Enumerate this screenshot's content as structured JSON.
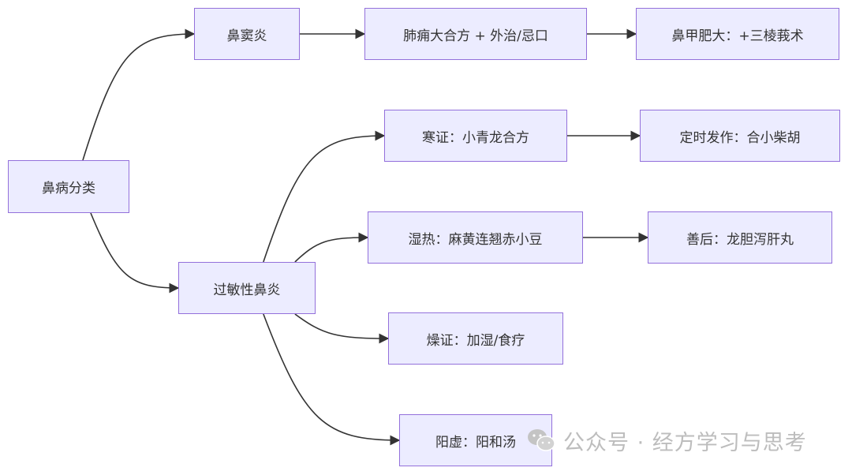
{
  "colors": {
    "node_fill": "#ececff",
    "node_border": "#9370db",
    "edge": "#333333",
    "text": "#333333",
    "watermark": "#bdbdbd"
  },
  "nodes": {
    "root": "鼻病分类",
    "sinusitis": "鼻窦炎",
    "sinusitis_treatment": "肺痈大合方 + 外治/忌口",
    "turbinate": "鼻甲肥大：+三棱莪术",
    "allergic": "过敏性鼻炎",
    "cold": "寒证：小青龙合方",
    "periodic": "定时发作：合小柴胡",
    "damp_heat": "湿热：麻黄连翘赤小豆",
    "aftercare": "善后：龙胆泻肝丸",
    "dry": "燥证：加湿/食疗",
    "yang_def": "阳虚：阳和汤"
  },
  "edges": [
    [
      "root",
      "sinusitis"
    ],
    [
      "root",
      "allergic"
    ],
    [
      "sinusitis",
      "sinusitis_treatment"
    ],
    [
      "sinusitis_treatment",
      "turbinate"
    ],
    [
      "allergic",
      "cold"
    ],
    [
      "allergic",
      "damp_heat"
    ],
    [
      "allergic",
      "dry"
    ],
    [
      "allergic",
      "yang_def"
    ],
    [
      "cold",
      "periodic"
    ],
    [
      "damp_heat",
      "aftercare"
    ]
  ],
  "watermark": {
    "icon": "wechat-icon",
    "text": "公众号 · 经方学习与思考"
  }
}
